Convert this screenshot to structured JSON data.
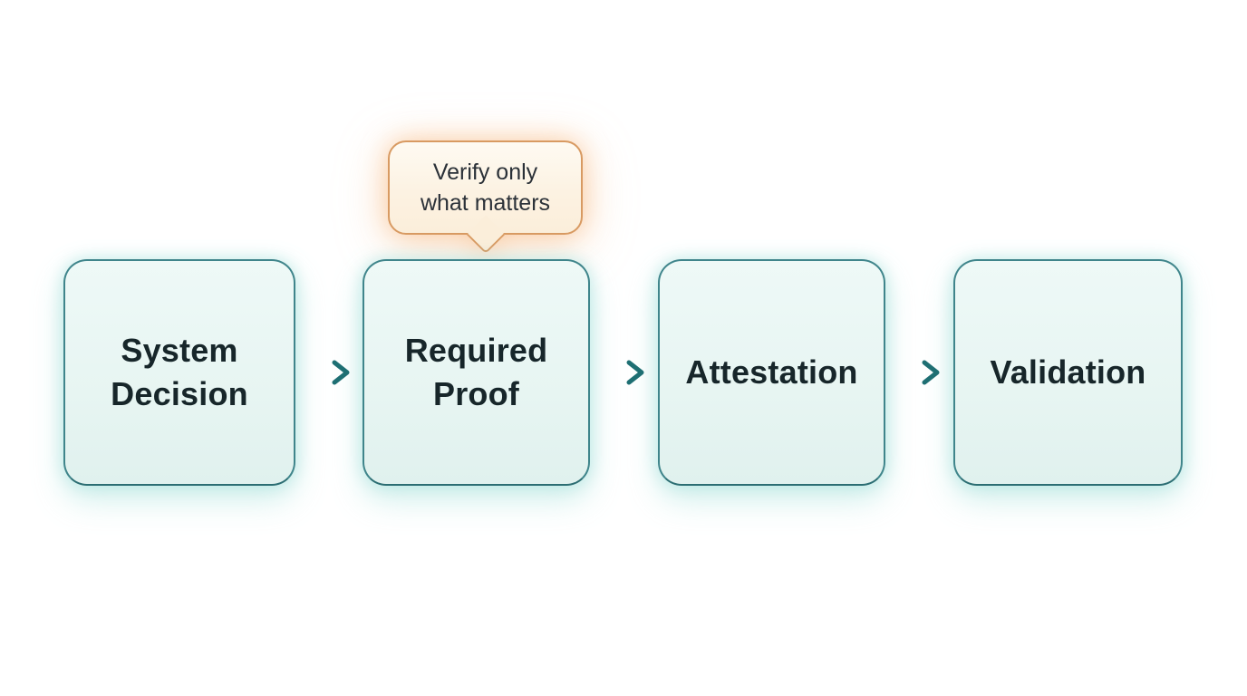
{
  "diagram": {
    "callout": {
      "line1": "Verify only",
      "line2": "what matters"
    },
    "steps": [
      {
        "label": "System Decision"
      },
      {
        "label": "Required Proof"
      },
      {
        "label": "Attestation"
      },
      {
        "label": "Validation"
      }
    ],
    "colors": {
      "background": "#ffffff",
      "box_fill": "#e7f5f2",
      "box_border": "#3f858b",
      "box_border_dark": "#2c6e73",
      "box_text": "#17262a",
      "box_glow": "#9ee0da",
      "arrow": "#1e6f73",
      "callout_fill": "#fcf2e2",
      "callout_border": "#d89a62",
      "callout_text": "#2b3138",
      "callout_glow": "#f6b276"
    }
  }
}
